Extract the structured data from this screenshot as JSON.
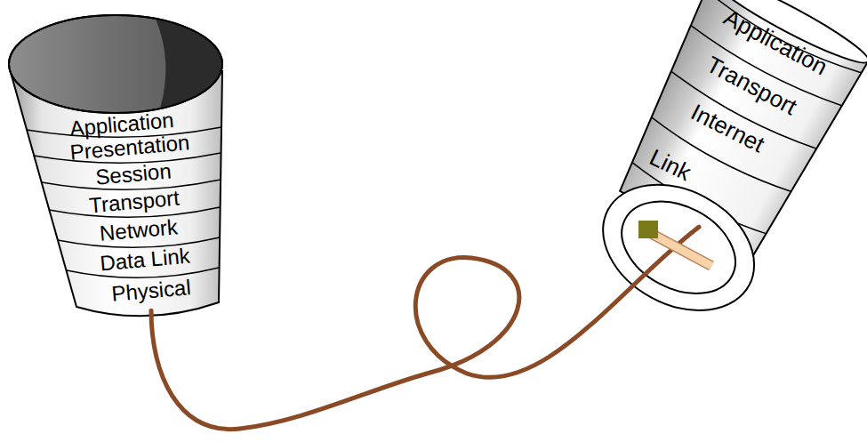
{
  "diagram": {
    "nodes": [
      {
        "text": [
          "Application"
        ]
      },
      {
        "text": [
          "Presentation"
        ]
      },
      {
        "text": [
          "Session"
        ]
      },
      {
        "text": [
          "Transport"
        ]
      },
      {
        "text": [
          "Network"
        ]
      },
      {
        "text": [
          "Data Link"
        ]
      },
      {
        "text": [
          "Physical"
        ]
      },
      {
        "text": [
          "Application"
        ]
      },
      {
        "text": [
          "Transport"
        ]
      },
      {
        "text": [
          "Internet"
        ]
      },
      {
        "text": [
          "Link"
        ]
      }
    ],
    "edges": [
      {
        "from": 6,
        "to": 10,
        "arrow": "none"
      }
    ]
  }
}
